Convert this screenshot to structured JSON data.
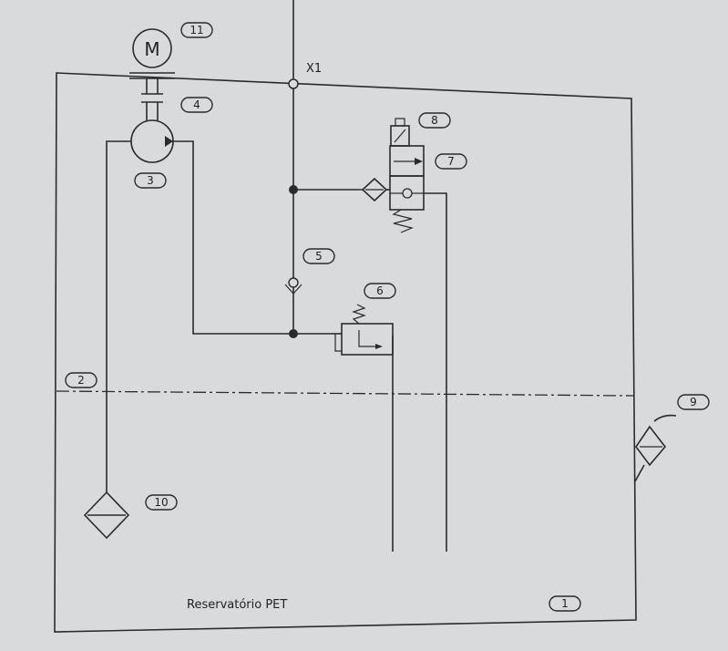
{
  "diagram": {
    "title": "Reservatório PET",
    "port_label": "X1",
    "motor_symbol": "M",
    "colors": {
      "background": "#d9dadb",
      "ink": "#2b2b2b"
    },
    "items": [
      {
        "id": "1"
      },
      {
        "id": "2"
      },
      {
        "id": "3"
      },
      {
        "id": "4"
      },
      {
        "id": "5"
      },
      {
        "id": "6"
      },
      {
        "id": "7"
      },
      {
        "id": "8"
      },
      {
        "id": "9"
      },
      {
        "id": "10"
      },
      {
        "id": "11"
      }
    ]
  }
}
